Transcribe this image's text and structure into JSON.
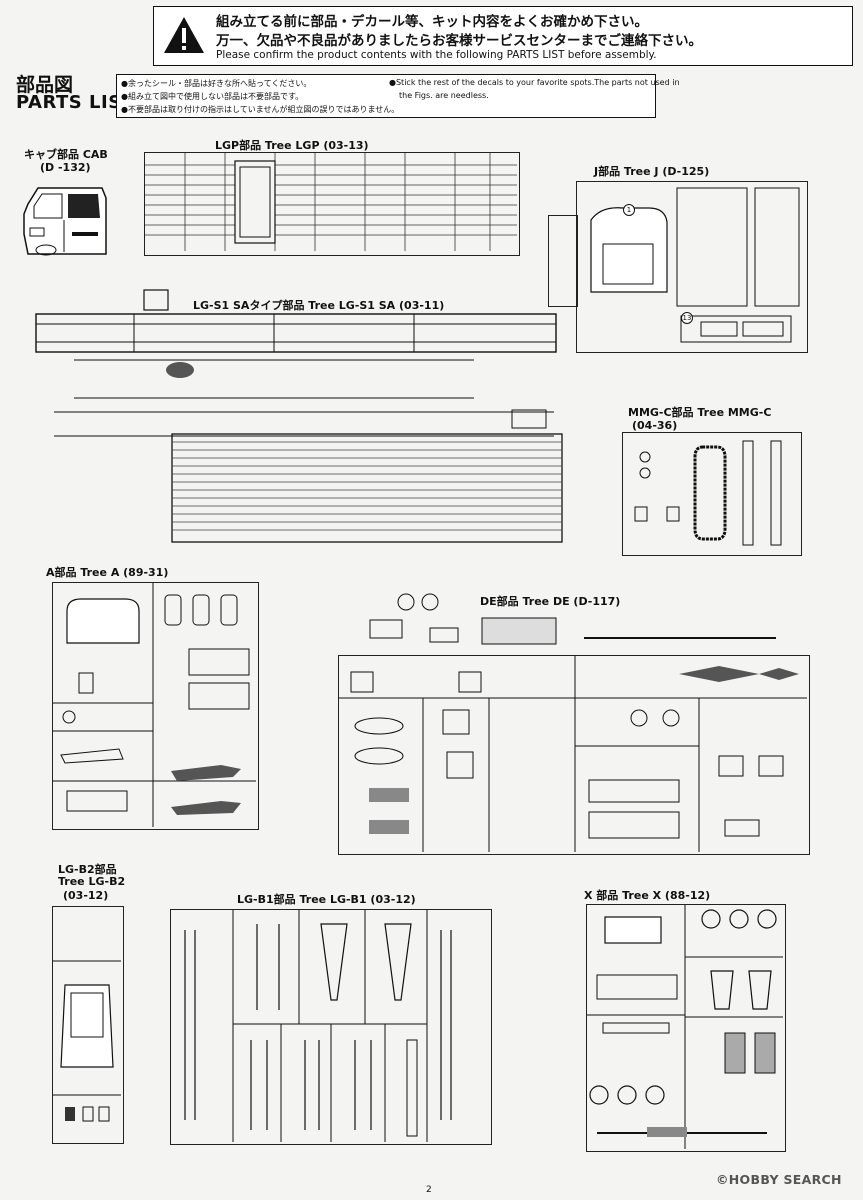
{
  "warning": {
    "jp_line1": "組み立てる前に部品・デカール等、キット内容をよくお確かめ下さい。",
    "jp_line2": "万一、欠品や不良品がありましたらお客様サービスセンターまでご連絡下さい。",
    "en_line": "Please confirm the product contents with the following PARTS LIST before assembly."
  },
  "section": {
    "title_jp": "部品図",
    "title_en": "PARTS LIST"
  },
  "notes": {
    "jp": [
      "●余ったシール・部品は好きな所へ貼ってください。",
      "●組み立て図中で使用しない部品は不要部品です。",
      "●不要部品は取り付けの指示はしていませんが組立図の誤りではありません。"
    ],
    "en": [
      "●Stick the rest of the decals to your favorite spots.The parts not used in",
      "the Figs. are needless."
    ]
  },
  "trees": {
    "cab": {
      "line1": "キャブ部品 CAB",
      "line2": "(D -132)"
    },
    "lgp": {
      "label": "LGP部品 Tree LGP (03-13)"
    },
    "j": {
      "label": "J部品 Tree J (D-125)"
    },
    "lgs1": {
      "label": "LG-S1 SAタイプ部品 Tree LG-S1 SA (03-11)"
    },
    "mmgc": {
      "line1": "MMG-C部品 Tree MMG-C",
      "line2": "(04-36)"
    },
    "a": {
      "label": "A部品 Tree A (89-31)"
    },
    "de": {
      "label": "DE部品 Tree DE (D-117)"
    },
    "lgb2": {
      "line1": "LG-B2部品",
      "line2": "Tree LG-B2",
      "line3": "(03-12)"
    },
    "lgb1": {
      "label": "LG-B1部品 Tree LG-B1 (03-12)"
    },
    "x": {
      "label": "X 部品 Tree X (88-12)"
    }
  },
  "page_number": "2",
  "watermark": "©HOBBY SEARCH",
  "colors": {
    "ink": "#111111",
    "paper": "#f4f4f2"
  }
}
